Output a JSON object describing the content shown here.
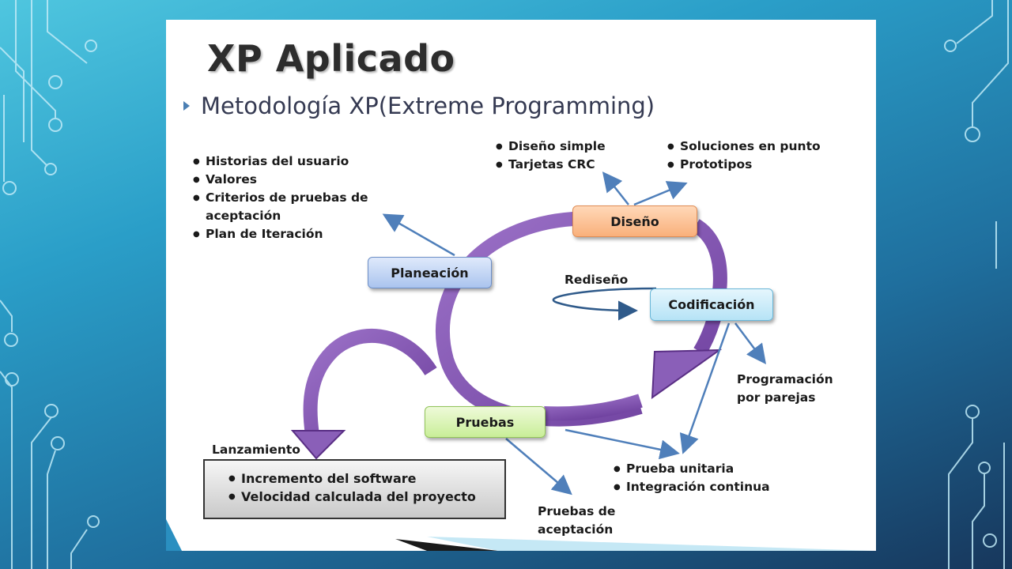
{
  "slide": {
    "title": "XP Aplicado",
    "subtitle": "Metodología XP(Extreme Programming)"
  },
  "diagram": {
    "phases": {
      "design": "Diseño",
      "planning": "Planeación",
      "coding": "Codificación",
      "testing": "Pruebas"
    },
    "redesign_label": "Rediseño",
    "release_label": "Lanzamiento",
    "planning_items": [
      "Historias del usuario",
      "Valores",
      "Criterios de pruebas de",
      "aceptación",
      "Plan de Iteración"
    ],
    "design_items_left": [
      "Diseño simple",
      "Tarjetas CRC"
    ],
    "design_items_right": [
      "Soluciones en punto",
      "Prototipos"
    ],
    "pair_programming": [
      "Programación",
      "por parejas"
    ],
    "unit_tests": [
      "Prueba unitaria",
      "Integración continua"
    ],
    "acceptance_tests": [
      "Pruebas de",
      "aceptación"
    ],
    "release_items": [
      "Incremento del software",
      "Velocidad calculada del proyecto"
    ],
    "colors": {
      "cycle_arrow": "#8a5fb8",
      "connector_arrow": "#4f7fba",
      "design_box": "#f9b07b",
      "planning_box": "#aac4ee",
      "coding_box": "#b6e3f6",
      "testing_box": "#c9ee98"
    }
  }
}
